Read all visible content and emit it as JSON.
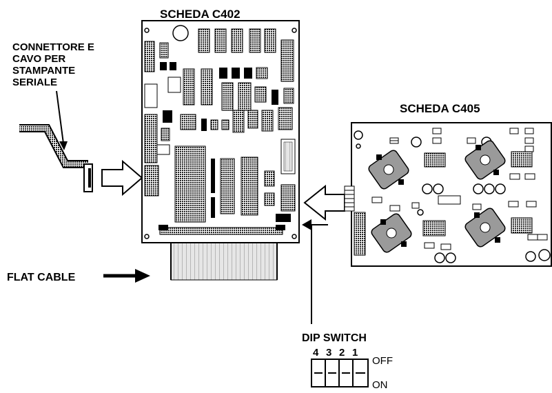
{
  "labels": {
    "board_c402": "SCHEDA C402",
    "board_c405": "SCHEDA C405",
    "printer_connector_line1": "CONNETTORE E",
    "printer_connector_line2": "CAVO PER",
    "printer_connector_line3": "STAMPANTE",
    "printer_connector_line4": "SERIALE",
    "flat_cable": "FLAT CABLE"
  },
  "dip_switch": {
    "title": "DIP SWITCH",
    "positions": [
      "4",
      "3",
      "2",
      "1"
    ],
    "state_off": "OFF",
    "state_on": "ON"
  },
  "colors": {
    "ink": "#000000",
    "chip": "#555555",
    "cable": "#d8d8d8",
    "paper": "#ffffff"
  }
}
